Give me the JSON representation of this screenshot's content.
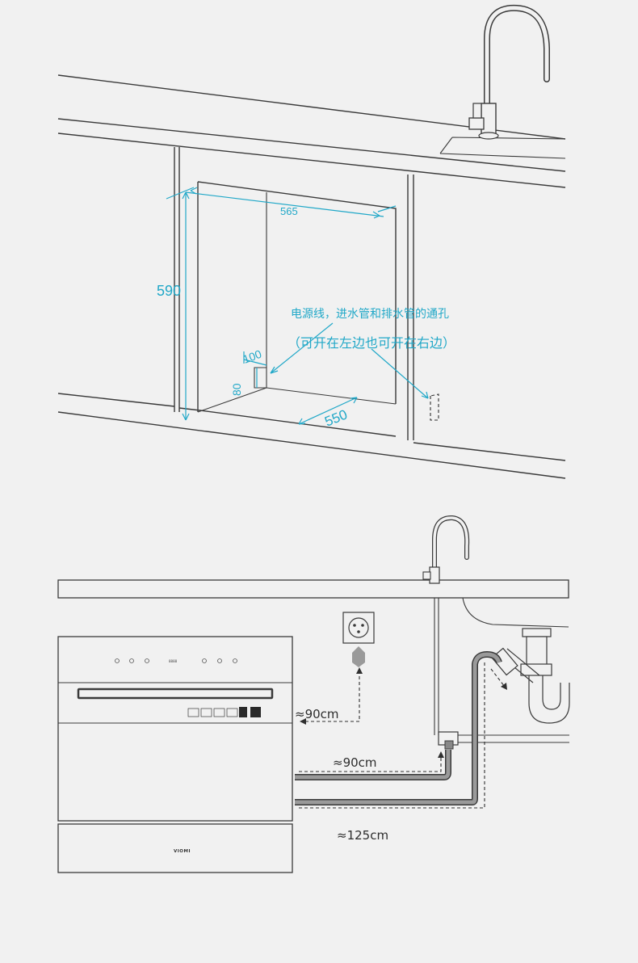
{
  "cabinet_diagram": {
    "dim_width": "565",
    "dim_height": "590",
    "dim_depth": "550",
    "dim_notch_width": "100",
    "dim_notch_height": "80",
    "note_line1": "电源线，进水管和排水管的通孔",
    "note_line2": "（可开在左边也可开在右边）",
    "accent_color": "#21a8c8"
  },
  "connection_diagram": {
    "power_distance": "≈90cm",
    "inlet_distance": "≈90cm",
    "drain_distance": "≈125cm",
    "panel_display": "8888",
    "brand": "VIOMI"
  }
}
